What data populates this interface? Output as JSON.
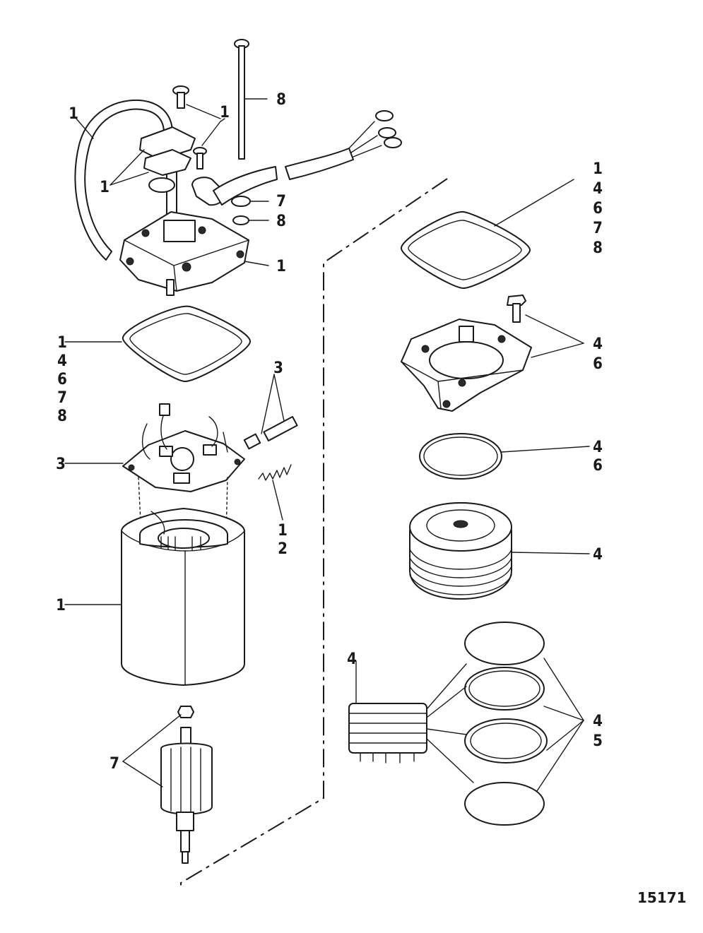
{
  "figure_number": "15171",
  "callouts": {
    "grommet_hose": "1",
    "top_plate_screws": "1",
    "plate_parts": "1",
    "long_bolt": "8",
    "washer": "7",
    "nut": "8",
    "end_cap": "1",
    "left_gasket": [
      "1",
      "4",
      "6",
      "7",
      "8"
    ],
    "brush_pins": "3",
    "brush_plate": "3",
    "spring": [
      "1",
      "2"
    ],
    "motor_frame": "1",
    "armature": "7",
    "right_gasket": [
      "1",
      "4",
      "6",
      "7",
      "8"
    ],
    "pump_cover": [
      "4",
      "6"
    ],
    "oring": [
      "4",
      "6"
    ],
    "pump_body": "4",
    "small_pump": "4",
    "rings": [
      "4",
      "5"
    ]
  }
}
